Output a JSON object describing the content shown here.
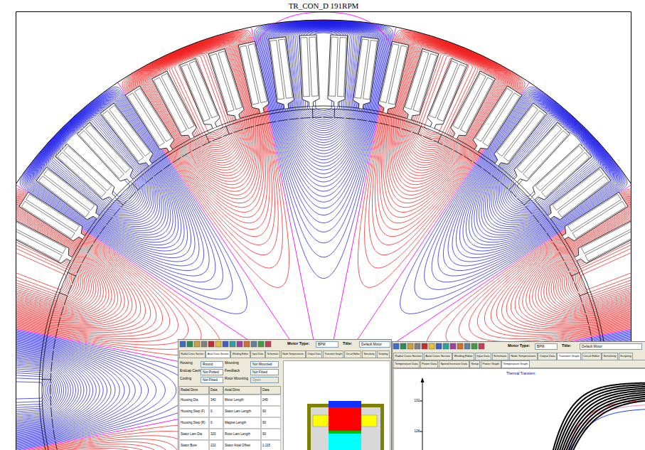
{
  "diagram": {
    "title": "TR_CON_D 191RPM",
    "labels": [
      "Motor Type:",
      "BPM",
      "Title:",
      "Default Motor",
      "Radial Cross Section",
      "Axial Cross Section",
      "Winding Editor",
      "Input Data",
      "Schematic",
      "Node Temperatures",
      "Output Data",
      "Transient Graph",
      "Circuit Editor",
      "Sensitivity",
      "Scripting",
      "Housing",
      "Round",
      "Mounting",
      "Not Mounted",
      "Endcap Cavity",
      "Not Potted",
      "Feedback",
      "Not Fitted",
      "Cooling",
      "Not Fitted",
      "Rotor Mounting",
      "Open",
      "Radial Dims",
      "Data",
      "Axial Dims",
      "Data",
      "Housing Dia",
      "340",
      "Motor Length",
      "249",
      "Housing Step (F)",
      "0",
      "Stator Lam Length",
      "90",
      "Housing Step (R)",
      "0",
      "Magnet Length",
      "90",
      "Stator Lam Dia",
      "320",
      "Rotor Lam Length",
      "90",
      "Stator Bore",
      "222",
      "Stator Axial Offset",
      "1.115",
      "Motor Type:",
      "BPM",
      "Title:",
      "Default Motor",
      "Radial Cross Section",
      "Axial Cross Section",
      "Winding Editor",
      "Input Data",
      "Schematic",
      "Node Temperatures",
      "Output Data",
      "Transient Graph",
      "Circuit Editor",
      "Sensitivity",
      "Scripting",
      "Temperature Data",
      "Power Data",
      "Speed Increase Data",
      "Setup",
      "Power Graph",
      "Temperature Graph",
      "Thermal Transient",
      "132",
      "128"
    ]
  }
}
